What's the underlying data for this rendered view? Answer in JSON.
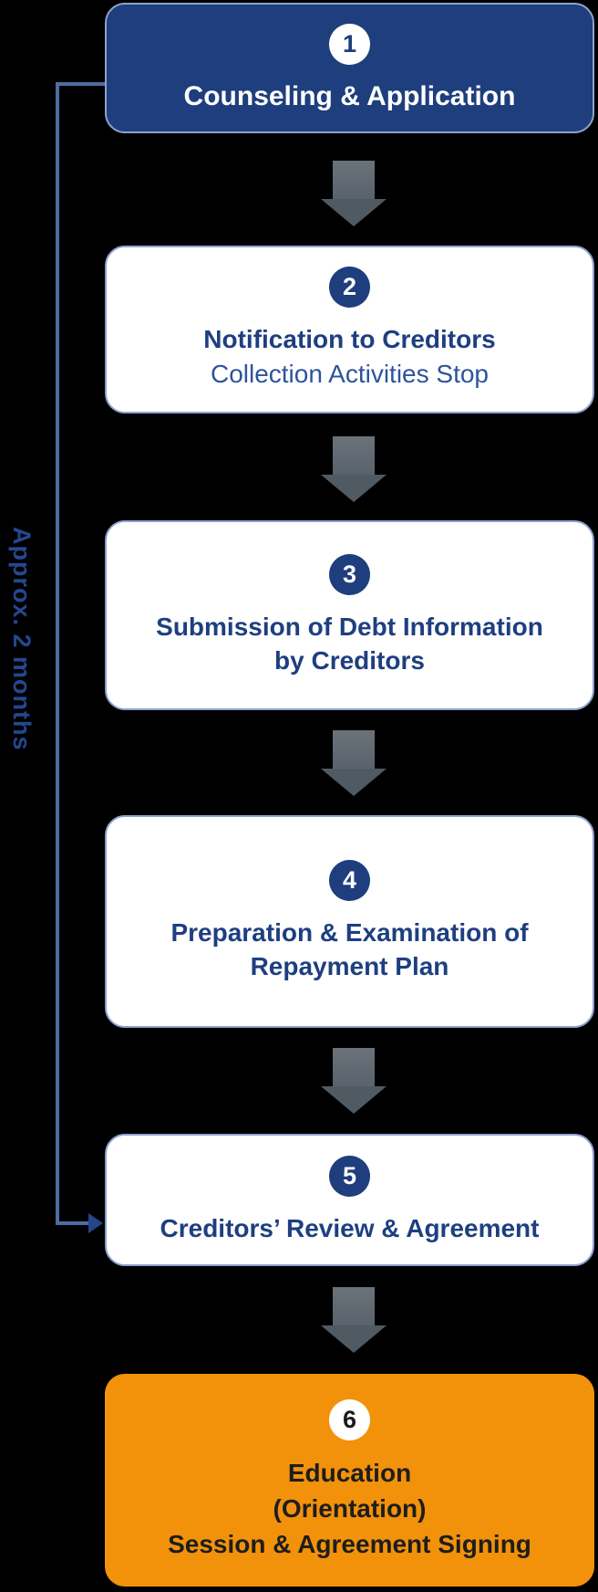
{
  "diagram": {
    "kind": "process-flowchart",
    "background": "#000000",
    "timeline_label": "Approx. 2 months",
    "colors": {
      "navy": "#1E3E7D",
      "navy_text": "#1E3F80",
      "subtitle_blue": "#2D549C",
      "box_border": "#8CA2CE",
      "bracket_line": "#4E6CA4",
      "bracket_arrow": "#24458A",
      "arrow_grey": "#59636C",
      "accent_orange": "#F2920B",
      "accent_text": "#1D1D1D",
      "white": "#FFFFFF"
    },
    "steps": [
      {
        "number": "1",
        "lines": [
          "Counseling & Application"
        ],
        "style": "primary"
      },
      {
        "number": "2",
        "lines": [
          "Notification to Creditors"
        ],
        "subtitle": "Collection Activities Stop",
        "style": "outline"
      },
      {
        "number": "3",
        "lines": [
          "Submission of Debt Information",
          "by Creditors"
        ],
        "style": "outline"
      },
      {
        "number": "4",
        "lines": [
          "Preparation & Examination of",
          "Repayment Plan"
        ],
        "style": "outline"
      },
      {
        "number": "5",
        "lines": [
          "Creditors’ Review & Agreement"
        ],
        "style": "outline"
      },
      {
        "number": "6",
        "lines": [
          "Education",
          "(Orientation)",
          "Session & Agreement Signing"
        ],
        "style": "accent"
      }
    ]
  }
}
